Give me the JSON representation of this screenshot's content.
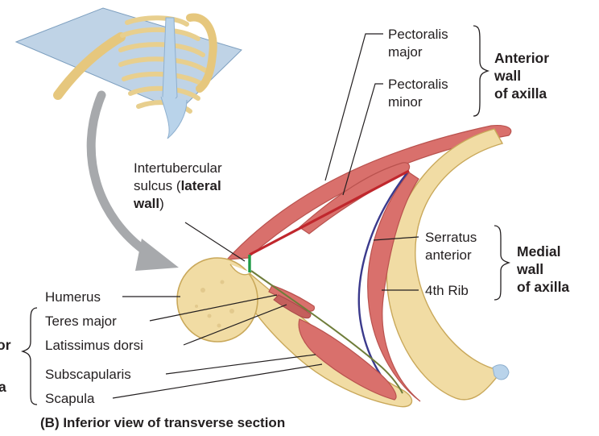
{
  "labels": {
    "pectoralis_major": [
      "Pectoralis",
      "major"
    ],
    "pectoralis_minor": [
      "Pectoralis",
      "minor"
    ],
    "anterior_wall": [
      "Anterior",
      "wall",
      "of axilla"
    ],
    "intertubercular": [
      "Intertubercular",
      "sulcus (",
      "lateral",
      "wall",
      ")"
    ],
    "serratus_anterior": [
      "Serratus",
      "anterior"
    ],
    "fourth_rib": "4th Rib",
    "medial_wall": [
      "Medial",
      "wall",
      "of axilla"
    ],
    "humerus": "Humerus",
    "teres_major": "Teres major",
    "latissimus_dorsi": "Latissimus dorsi",
    "subscapularis": "Subscapularis",
    "scapula": "Scapula",
    "posterior_wall_partial": [
      "or",
      "a"
    ]
  },
  "caption": "(B) Inferior view of transverse section",
  "colors": {
    "muscle": "#d9706c",
    "muscle_dark": "#b9524e",
    "bone": "#f1dca4",
    "bone_dark": "#c9a85a",
    "plane": "#a9c4de",
    "cartilage": "#b9d3ea",
    "anterior_wall_line": "#c0272d",
    "lateral_wall_line": "#1e9a46",
    "medial_wall_line": "#3b3a8c",
    "posterior_wall_line": "#6f7d3a",
    "arrow": "#a7a9ac"
  }
}
